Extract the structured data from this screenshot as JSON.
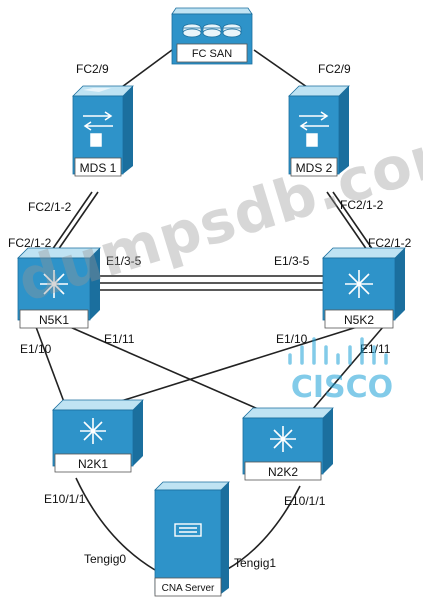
{
  "colors": {
    "device_top": "#bfe3f3",
    "device_front": "#2e93c9",
    "device_edge": "#1b6f9e",
    "label_bg": "#ffffff",
    "wire": "#222222",
    "logo": "#1ba0d7"
  },
  "devices": {
    "fc_san": {
      "label": "FC SAN",
      "icon": "storage-array-icon"
    },
    "mds1": {
      "label": "MDS 1",
      "icon": "mds-switch-icon"
    },
    "mds2": {
      "label": "MDS 2",
      "icon": "mds-switch-icon"
    },
    "n5k1": {
      "label": "N5K1",
      "icon": "nexus-switch-icon"
    },
    "n5k2": {
      "label": "N5K2",
      "icon": "nexus-switch-icon"
    },
    "n2k1": {
      "label": "N2K1",
      "icon": "fabric-extender-icon"
    },
    "n2k2": {
      "label": "N2K2",
      "icon": "fabric-extender-icon"
    },
    "server": {
      "label": "CNA Server",
      "icon": "server-icon"
    }
  },
  "ports": {
    "mds1_san": "FC2/9",
    "mds2_san": "FC2/9",
    "mds1_down": "FC2/1-2",
    "n5k1_up": "FC2/1-2",
    "mds2_down": "FC2/1-2",
    "n5k2_up": "FC2/1-2",
    "n5k1_peer": "E1/3-5",
    "n5k2_peer": "E1/3-5",
    "n5k1_e10": "E1/10",
    "n5k1_e11": "E1/11",
    "n5k2_e10": "E1/10",
    "n5k2_e11": "E1/11",
    "n2k1_host": "E10/1/1",
    "n2k2_host": "E10/1/1",
    "server_if0": "Tengig0",
    "server_if1": "Tengig1"
  },
  "watermark": "dumpsdb.com",
  "logo_text": "CISCO"
}
